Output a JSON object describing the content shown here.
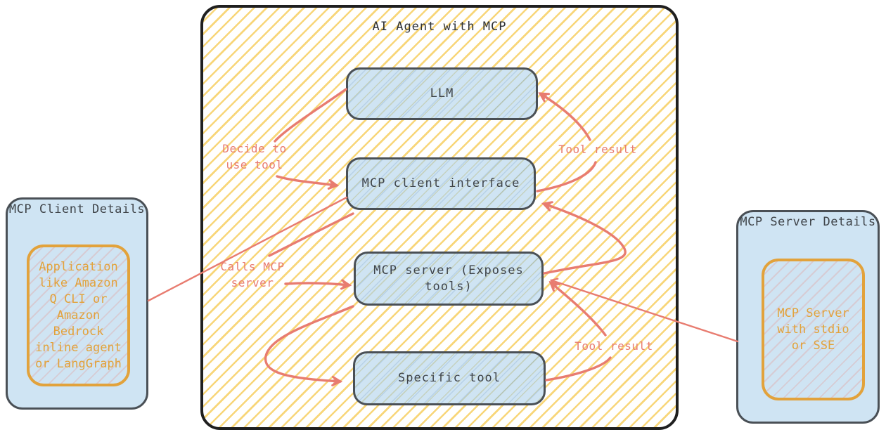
{
  "frame": {
    "title": "AI Agent with MCP"
  },
  "nodes": [
    {
      "id": "llm",
      "label": "LLM"
    },
    {
      "id": "mcp-client",
      "label": "MCP client interface"
    },
    {
      "id": "mcp-server",
      "label": "MCP server (Exposes tools)"
    },
    {
      "id": "specific-tool",
      "label": "Specific tool"
    }
  ],
  "edges": [
    {
      "id": "decide-to-use-tool",
      "from": "llm",
      "to": "mcp-client",
      "label": "Decide to\nuse tool"
    },
    {
      "id": "tool-result-to-llm",
      "from": "mcp-client",
      "to": "llm",
      "label": "Tool result"
    },
    {
      "id": "calls-mcp-server",
      "from": "mcp-client",
      "to": "mcp-server",
      "label": "Calls MCP\nserver"
    },
    {
      "id": "server-response-to-client",
      "from": "mcp-server",
      "to": "mcp-client",
      "label": ""
    },
    {
      "id": "invoke-specific-tool",
      "from": "mcp-server",
      "to": "specific-tool",
      "label": ""
    },
    {
      "id": "tool-result-to-server",
      "from": "specific-tool",
      "to": "mcp-server",
      "label": "Tool result"
    }
  ],
  "panels": {
    "client": {
      "title": "MCP Client Details",
      "body": "Application\nlike Amazon\nQ CLI or\nAmazon\nBedrock\ninline agent\nor LangGraph",
      "connects_to": "mcp-client"
    },
    "server": {
      "title": "MCP Server Details",
      "body": "MCP Server\nwith stdio\nor SSE",
      "connects_to": "mcp-server"
    }
  },
  "colors": {
    "arrow": "#e87c70",
    "node_fill": "#cfe4f3",
    "node_border": "#4a5056",
    "accent_orange": "#e2a23b",
    "text_dark": "#3f4449",
    "hatch_yellow": "#f8d679",
    "frame_border": "#1f1f1f"
  }
}
